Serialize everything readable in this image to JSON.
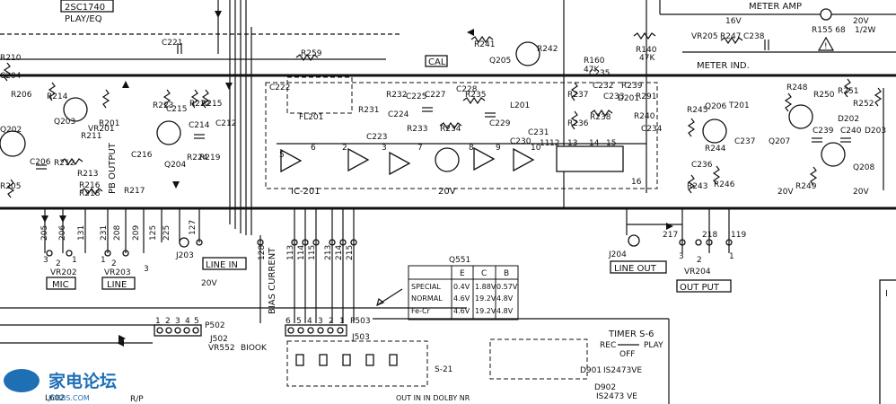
{
  "labels": {
    "transistor_top": "2SC1740",
    "play_eq": "PLAY/EQ",
    "meter_amp": "METER AMP",
    "meter_ind": "METER IND.",
    "v16": "16V",
    "v20_top": "20V",
    "r155": "R155 68",
    "half_w": "1/2W",
    "cal": "CAL",
    "ic201": "IC-201",
    "fl201": "FL201",
    "v20_ic": "20V",
    "v20_mid": "20V",
    "v20_right": "20V",
    "pb_output": "PB OUTPUT",
    "line_in": "LINE IN",
    "line_out": "LINE OUT",
    "out_put": "OUT PUT",
    "mic": "MIC",
    "line": "LINE",
    "bias_current": "BIAS CURRENT",
    "biook": "BIOOK",
    "timer": "TIMER S-6",
    "rec": "REC",
    "play": "PLAY",
    "off": "OFF",
    "d901": "D901",
    "d902": "D902",
    "is2473ve_1": "IS2473VE",
    "is2473ve_2": "IS2473 VE",
    "s21": "S-21",
    "out_in_dolby": "OUT IN IN DOLBY NR",
    "rp": "R/P",
    "l602": "L602",
    "watermark": "家电论坛",
    "watermark_url": "JDBBS.COM"
  },
  "components": {
    "r210": "R210",
    "r206": "R206",
    "r214": "R214",
    "r211": "R211",
    "r213": "R213",
    "r212": "R212",
    "r216": "R216",
    "r218": "R218",
    "r217": "R217",
    "r205": "R205",
    "r201": "R201",
    "r223": "R223",
    "r222": "R222",
    "r215": "R215",
    "r219": "R219",
    "r224": "R224",
    "r259": "R259",
    "r241": "R241",
    "r242": "R242",
    "r231": "R231",
    "r232": "R232",
    "r233": "R233",
    "r234": "R234",
    "r235": "R235",
    "r236": "R236",
    "r237": "R237",
    "r238": "R238",
    "r240": "R240",
    "r239": "R239",
    "r291": "R291",
    "r247": "R247",
    "r245": "R245",
    "r244": "R244",
    "r246": "R246",
    "r243": "R243",
    "r248": "R248",
    "r250": "R250",
    "r251": "R251",
    "r252": "R252",
    "r249": "R249",
    "r140": "R140",
    "r140_val": "47K",
    "r160": "R160",
    "r160_val": "47K",
    "c221": "C221",
    "c206": "C206",
    "c215": "C215",
    "c214": "C214",
    "c212": "C212",
    "c216": "C216",
    "c222": "C222",
    "c223": "C223",
    "c224": "C224",
    "c225": "C225",
    "c227": "C227",
    "c228": "C228",
    "c229": "C229",
    "c230": "C230",
    "c231": "C231",
    "c232": "C232",
    "c233": "C233",
    "c234": "C234",
    "c235": "C235",
    "c236": "C236",
    "c237": "C237",
    "c238": "C238",
    "c239": "C239",
    "c240": "C240",
    "c204": "C204",
    "q202": "Q202",
    "q203": "Q203",
    "q204": "Q204",
    "q205": "Q205",
    "q206": "Q206",
    "q207": "Q207",
    "q208": "Q208",
    "vr201": "VR201",
    "vr202": "VR202",
    "vr203": "VR203",
    "vr204": "VR204",
    "vr205": "VR205",
    "vr552": "VR552",
    "d201": "D201",
    "d202": "D202",
    "d203": "D203",
    "l201": "L201",
    "t201": "T201",
    "j203": "J203",
    "j204": "J204",
    "j502": "J502",
    "j503": "J503",
    "p502": "P502",
    "p503": "P503"
  },
  "pins": {
    "left": [
      "205",
      "206",
      "131",
      "231",
      "208",
      "209",
      "125",
      "225",
      "127"
    ],
    "mid": [
      "128",
      "113",
      "114",
      "115",
      "213",
      "214",
      "215"
    ],
    "right": [
      "217",
      "218",
      "119"
    ],
    "p502": [
      "1",
      "2",
      "3",
      "4",
      "5"
    ],
    "p503": [
      "6",
      "5",
      "4",
      "3",
      "2",
      "1"
    ],
    "ic": [
      "5",
      "6",
      "2",
      "3",
      "7",
      "8",
      "9",
      "10",
      "11",
      "12",
      "13",
      "14",
      "15",
      "16"
    ],
    "vr_pins": [
      "3",
      "2",
      "1"
    ]
  },
  "table": {
    "title": "Q551",
    "headers": [
      "",
      "E",
      "C",
      "B"
    ],
    "rows": [
      [
        "SPECIAL",
        "0.4V",
        "1.88V",
        "0.57V"
      ],
      [
        "NORMAL",
        "4.6V",
        "19.2V",
        "4.8V"
      ],
      [
        "Fe-Cr",
        "4.6V",
        "19.2V",
        "4.8V"
      ]
    ]
  }
}
